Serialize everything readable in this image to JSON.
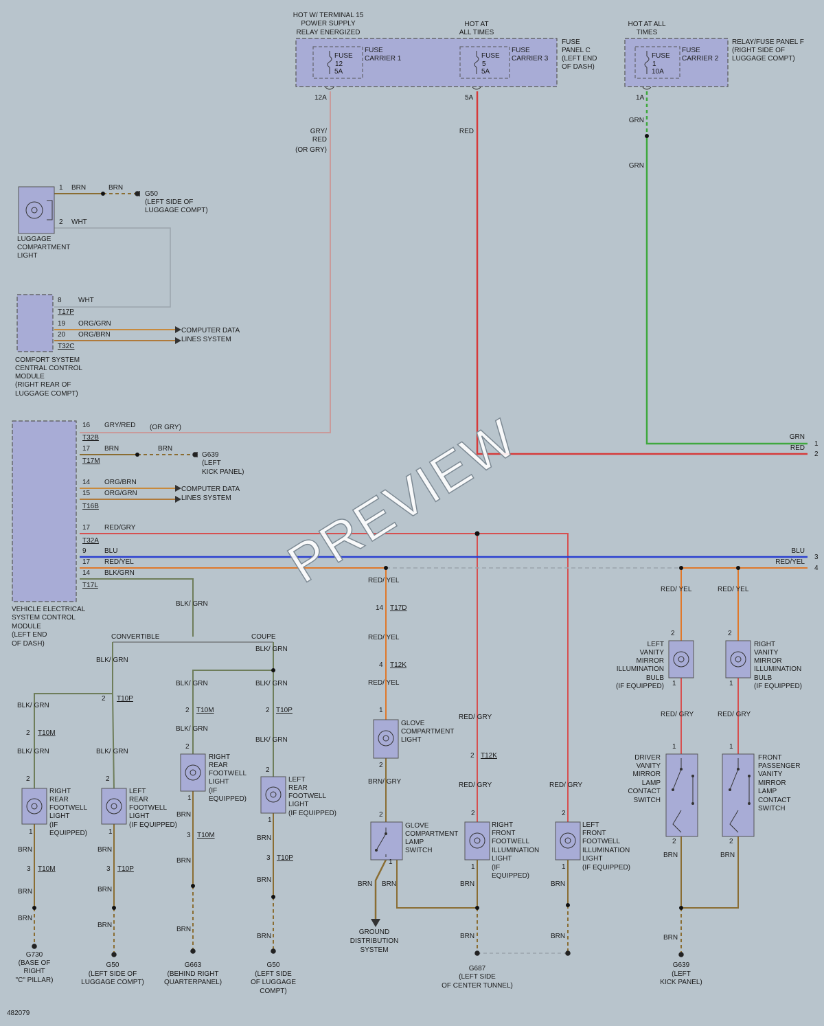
{
  "colors": {
    "background": "#b8c4cc",
    "component_fill": "#a8acd6",
    "wire_red": "#d63a3a",
    "wire_green": "#3fa83f",
    "wire_blue": "#2a3fd0",
    "wire_orange": "#e0782a",
    "wire_brown": "#8a6d32",
    "wire_gray_red": "#c99a9a",
    "wire_olive": "#6e7d5a"
  },
  "watermark": "PREVIEW",
  "diagram_id": "482079",
  "power": {
    "t15_caption": [
      "HOT W/ TERMINAL 15",
      "POWER SUPPLY",
      "RELAY ENERGIZED"
    ],
    "hot_caption": [
      "HOT AT",
      "ALL TIMES"
    ],
    "hot_caption2": [
      "HOT AT ALL",
      "TIMES"
    ],
    "fuse12": [
      "FUSE",
      "12",
      "5A"
    ],
    "fuse5": [
      "FUSE",
      "5",
      "5A"
    ],
    "fuse1": [
      "FUSE",
      "1",
      "10A"
    ],
    "carrier1": [
      "FUSE",
      "CARRIER 1"
    ],
    "carrier3": [
      "FUSE",
      "CARRIER 3"
    ],
    "carrier2": [
      "FUSE",
      "CARRIER 2"
    ],
    "panel_c": [
      "FUSE",
      "PANEL C",
      "(LEFT END",
      "OF DASH)"
    ],
    "panel_f": [
      "RELAY/FUSE PANEL F",
      "(RIGHT SIDE OF",
      "LUGGAGE COMPT)"
    ],
    "pin_12a": "12A",
    "pin_5a": "5A",
    "pin_1a": "1A",
    "wire_gry_red": [
      "GRY/",
      "RED",
      "(OR GRY)"
    ],
    "wire_red": "RED",
    "wire_grn": "GRN"
  },
  "luggage": {
    "label": [
      "LUGGAGE",
      "COMPARTMENT",
      "LIGHT"
    ],
    "pin1": "1",
    "pin2": "2",
    "w_brn": "BRN",
    "w_wht": "WHT",
    "g50": [
      "G50",
      "(LEFT SIDE OF",
      "LUGGAGE COMPT)"
    ]
  },
  "comfort": {
    "label": [
      "COMFORT SYSTEM",
      "CENTRAL CONTROL",
      "MODULE",
      "(RIGHT REAR OF",
      "LUGGAGE COMPT)"
    ],
    "p8": "8",
    "w8": "WHT",
    "c1": "T17P",
    "p19": "19",
    "w19": "ORG/GRN",
    "p20": "20",
    "w20": "ORG/BRN",
    "c2": "T32C",
    "cdl": [
      "COMPUTER DATA",
      "LINES SYSTEM"
    ]
  },
  "vesc": {
    "label": [
      "VEHICLE ELECTRICAL",
      "SYSTEM CONTROL",
      "MODULE",
      "(LEFT END",
      "OF DASH)"
    ],
    "p16": "16",
    "w16": "GRY/RED",
    "w16b": "(OR GRY)",
    "c16": "T32B",
    "p17a": "17",
    "w17a": "BRN",
    "w17a2": "BRN",
    "c17a": "T17M",
    "g639": [
      "G639",
      "(LEFT",
      "KICK PANEL)"
    ],
    "p14": "14",
    "w14": "ORG/BRN",
    "p15": "15",
    "w15": "ORG/GRN",
    "c14": "T16B",
    "cdl": [
      "COMPUTER DATA",
      "LINES SYSTEM"
    ],
    "p17b": "17",
    "w17b": "RED/GRY",
    "c17b": "T32A",
    "p9": "9",
    "w9": "BLU",
    "p17c": "17",
    "w17c": "RED/YEL",
    "p14b": "14",
    "w14b": "BLK/GRN",
    "c14b": "T17L"
  },
  "right_edge": {
    "grn": "GRN",
    "n1": "1",
    "red": "RED",
    "n2": "2",
    "blu": "BLU",
    "n3": "3",
    "redyel": "RED/YEL",
    "n4": "4"
  },
  "footwell": {
    "blkgrn": "BLK/ GRN",
    "convertible": "CONVERTIBLE",
    "coupe": "COUPE",
    "brn": "BRN",
    "t10p": "T10P",
    "t10m": "T10M",
    "n1": "1",
    "n2": "2",
    "n3": "3",
    "rr_light": [
      "RIGHT",
      "REAR",
      "FOOTWELL",
      "LIGHT",
      "(IF",
      "EQUIPPED)"
    ],
    "lr_light": [
      "LEFT",
      "REAR",
      "FOOTWELL",
      "LIGHT",
      "(IF EQUIPPED)"
    ],
    "rr_light2": [
      "RIGHT",
      "REAR",
      "FOOTWELL",
      "LIGHT",
      "(IF",
      "EQUIPPED)"
    ],
    "lr_light2": [
      "LEFT",
      "REAR",
      "FOOTWELL",
      "LIGHT",
      "(IF EQUIPPED)"
    ],
    "g730": [
      "G730",
      "(BASE OF",
      "RIGHT",
      "\"C\" PILLAR)"
    ],
    "g50a": [
      "G50",
      "(LEFT SIDE OF",
      "LUGGAGE COMPT)"
    ],
    "g663": [
      "G663",
      "(BEHIND RIGHT",
      "QUARTERPANEL)"
    ],
    "g50b": [
      "G50",
      "(LEFT SIDE",
      "OF LUGGAGE",
      "COMPT)"
    ]
  },
  "glove": {
    "redyel": "RED/ YEL",
    "p14": "14",
    "c14": "T17D",
    "p4": "4",
    "c4": "T12K",
    "n1": "1",
    "n2": "2",
    "light": [
      "GLOVE",
      "COMPARTMENT",
      "LIGHT"
    ],
    "brngry": "BRN/ GRY",
    "switch": [
      "GLOVE",
      "COMPARTMENT",
      "LAMP",
      "SWITCH"
    ],
    "brn": "BRN",
    "gds": [
      "GROUND",
      "DISTRIBUTION",
      "SYSTEM"
    ]
  },
  "front_footwell": {
    "redgry": "RED/ GRY",
    "p2": "2",
    "c2": "T12K",
    "n1": "1",
    "n2": "2",
    "rf": [
      "RIGHT",
      "FRONT",
      "FOOTWELL",
      "ILLUMINATION",
      "LIGHT",
      "(IF",
      "EQUIPPED)"
    ],
    "lf": [
      "LEFT",
      "FRONT",
      "FOOTWELL",
      "ILLUMINATION",
      "LIGHT",
      "(IF EQUIPPED)"
    ],
    "brn": "BRN",
    "g687": [
      "G687",
      "(LEFT SIDE",
      "OF CENTER TUNNEL)"
    ]
  },
  "vanity": {
    "redyel": "RED/ YEL",
    "redgry": "RED/ GRY",
    "n1": "1",
    "n2": "2",
    "lbulb": [
      "LEFT",
      "VANITY",
      "MIRROR",
      "ILLUMINATION",
      "BULB",
      "(IF EQUIPPED)"
    ],
    "rbulb": [
      "RIGHT",
      "VANITY",
      "MIRROR",
      "ILLUMINATION",
      "BULB",
      "(IF EQUIPPED)"
    ],
    "dswitch": [
      "DRIVER",
      "VANITY",
      "MIRROR",
      "LAMP",
      "CONTACT",
      "SWITCH"
    ],
    "pswitch": [
      "FRONT",
      "PASSENGER",
      "VANITY",
      "MIRROR",
      "LAMP",
      "CONTACT",
      "SWITCH"
    ],
    "brn": "BRN",
    "g639": [
      "G639",
      "(LEFT",
      "KICK PANEL)"
    ]
  }
}
